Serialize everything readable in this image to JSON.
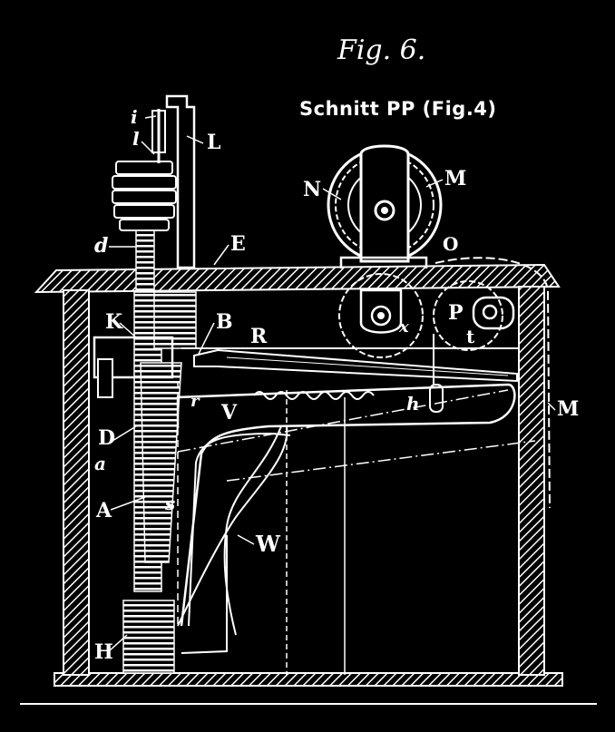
{
  "figure": {
    "title": "Fig. 6.",
    "section": "Schnitt PP (Fig.4)"
  },
  "labels": {
    "i": "i",
    "l": "l",
    "L": "L",
    "d": "d",
    "E": "E",
    "N": "N",
    "M_top": "M",
    "O": "O",
    "K": "K",
    "B": "B",
    "R": "R",
    "P": "P",
    "t": "t",
    "x": "x",
    "r": "r",
    "V": "V",
    "h": "h",
    "M_right": "M",
    "D": "D",
    "a": "a",
    "A": "A",
    "s": "s",
    "W": "W",
    "H": "H"
  },
  "colors": {
    "background": "#000000",
    "ink": "#ffffff"
  }
}
